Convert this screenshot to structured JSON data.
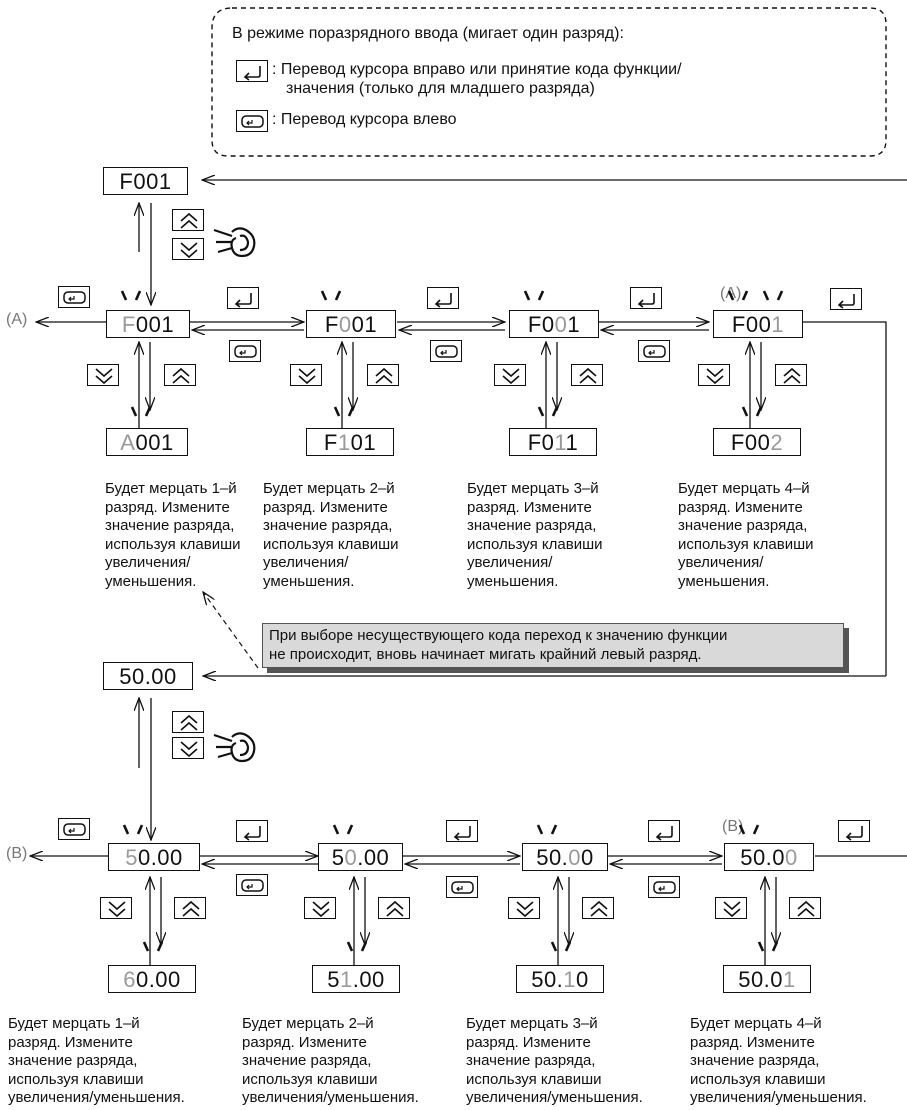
{
  "legend": {
    "title": "В режиме поразрядного ввода (мигает один разряд):",
    "enter_desc": ": Перевод курсора вправо или принятие кода функции/",
    "enter_desc2": "значения (только для младшего разряда)",
    "left_desc": ": Перевод курсора влево"
  },
  "top_display": "F001",
  "row1": {
    "side_label": "(A)",
    "mid_label": "(A)",
    "items": [
      {
        "main_pre": "",
        "main_hl": "F",
        "main_post": "001",
        "below_pre": "",
        "below_hl": "A",
        "below_post": "001",
        "desc": "Будет мерцать 1–й\nразряд. Измените\nзначение разряда,\nиспользуя клавиши\nувеличения/\nуменьшения."
      },
      {
        "main_pre": "F",
        "main_hl": "0",
        "main_post": "01",
        "below_pre": "F",
        "below_hl": "1",
        "below_post": "01",
        "desc": "Будет мерцать 2–й\nразряд. Измените\nзначение разряда,\nиспользуя клавиши\nувеличения/\nуменьшения."
      },
      {
        "main_pre": "F0",
        "main_hl": "0",
        "main_post": "1",
        "below_pre": "F0",
        "below_hl": "1",
        "below_post": "1",
        "desc": "Будет мерцать 3–й\nразряд. Измените\nзначение разряда,\nиспользуя клавиши\nувеличения/\nуменьшения."
      },
      {
        "main_pre": "F00",
        "main_hl": "1",
        "main_post": "",
        "below_pre": "F00",
        "below_hl": "2",
        "below_post": "",
        "desc": "Будет мерцать 4–й\nразряд. Измените\nзначение разряда,\nиспользуя клавиши\nувеличения/\nуменьшения."
      }
    ]
  },
  "note": "При выборе несуществующего кода переход к значению функции\nне происходит, вновь начинает мигать крайний левый разряд.",
  "mid_display": "50.00",
  "row2": {
    "side_label": "(B)",
    "mid_label": "(B)",
    "items": [
      {
        "main_pre": "",
        "main_hl": "5",
        "main_post": "0.00",
        "below_pre": "",
        "below_hl": "6",
        "below_post": "0.00",
        "desc": "Будет мерцать 1–й\nразряд. Измените\nзначение разряда,\nиспользуя клавиши\nувеличения/уменьшения."
      },
      {
        "main_pre": "5",
        "main_hl": "0",
        "main_post": ".00",
        "below_pre": "5",
        "below_hl": "1",
        "below_post": ".00",
        "desc": "Будет мерцать 2–й\nразряд. Измените\nзначение разряда,\nиспользуя клавиши\nувеличения/уменьшения."
      },
      {
        "main_pre": "50.",
        "main_hl": "0",
        "main_post": "0",
        "below_pre": "50.",
        "below_hl": "1",
        "below_post": "0",
        "desc": "Будет мерцать 3–й\nразряд. Измените\nзначение разряда,\nиспользуя клавиши\nувеличения/уменьшения."
      },
      {
        "main_pre": "50.0",
        "main_hl": "0",
        "main_post": "",
        "below_pre": "50.0",
        "below_hl": "1",
        "below_post": "",
        "desc": "Будет мерцать 4–й\nразряд. Измените\nзначение разряда,\nиспользуя клавиши\nувеличения/уменьшения."
      }
    ]
  },
  "icons": {
    "enter": "enter-key-icon",
    "left": "cursor-left-key-icon",
    "up": "double-up-key-icon",
    "down": "double-down-key-icon",
    "hand": "pointing-hand-icon",
    "blink": "blink-marks-icon"
  },
  "colors": {
    "highlight_digit": "#9a9a9a",
    "note_bg": "#d9d9d9"
  }
}
